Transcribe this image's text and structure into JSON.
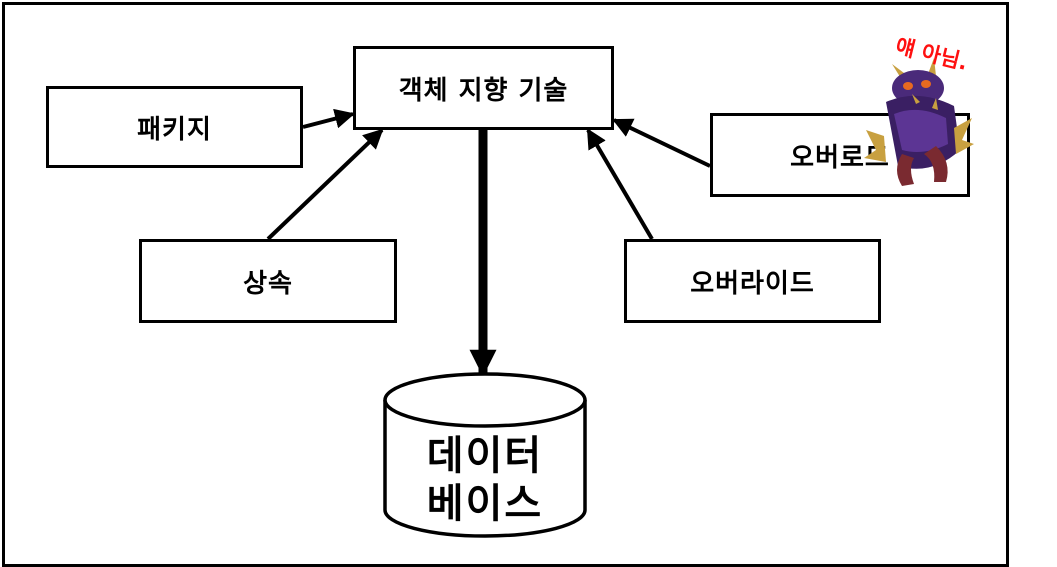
{
  "diagram": {
    "core": "객체 지향 기술",
    "package": "패키지",
    "inheritance": "상속",
    "overload": "오버로드",
    "override": "오버라이드",
    "database": [
      "데이터",
      "베이스"
    ]
  },
  "annotation": {
    "note": "얘 아님."
  },
  "colors": {
    "stroke": "#000000",
    "background": "#ffffff",
    "note": "#ff1010",
    "creature_primary": "#4a2a7a",
    "creature_accent": "#c8a040"
  },
  "icons": {
    "creature": "purple-armored-creature-icon"
  }
}
